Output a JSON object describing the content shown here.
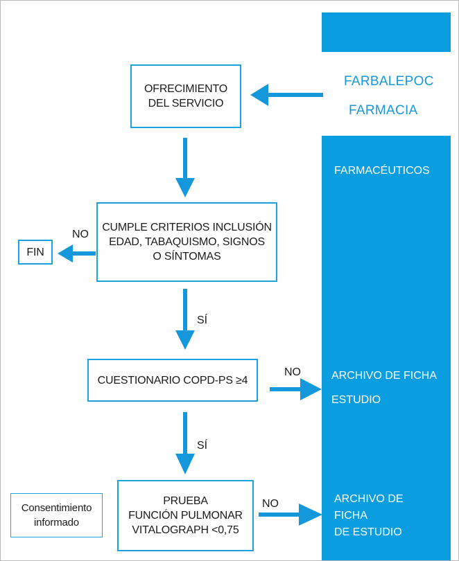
{
  "colors": {
    "accent": "#0a9ee0",
    "border": "#1aa3e0",
    "text": "#1a1a1a",
    "panel_text": "#ffffff"
  },
  "side": {
    "org": "FARBALEPOC",
    "place": "FARMACIA",
    "role": "FARMACÉUTICOS",
    "archive1": [
      "ARCHIVO DE FICHA",
      "ESTUDIO"
    ],
    "archive2": [
      "ARCHIVO DE",
      "FICHA",
      "DE ESTUDIO"
    ]
  },
  "nodes": {
    "offer": [
      "OFRECIMIENTO",
      "DEL SERVICIO"
    ],
    "criteria": [
      "CUMPLE CRITERIOS INCLUSIÓN",
      "EDAD, TABAQUISMO, SIGNOS",
      "O SÍNTOMAS"
    ],
    "end": "FIN",
    "questionnaire": "CUESTIONARIO COPD-PS ≥4",
    "test": [
      "PRUEBA",
      "FUNCIÓN PULMONAR",
      "VITALOGRAPH <0,75"
    ],
    "consent": [
      "Consentimiento",
      "informado"
    ]
  },
  "edges": {
    "criteria_no": "NO",
    "criteria_yes": "SÍ",
    "questionnaire_no": "NO",
    "questionnaire_yes": "SÍ",
    "test_no": "NO"
  }
}
